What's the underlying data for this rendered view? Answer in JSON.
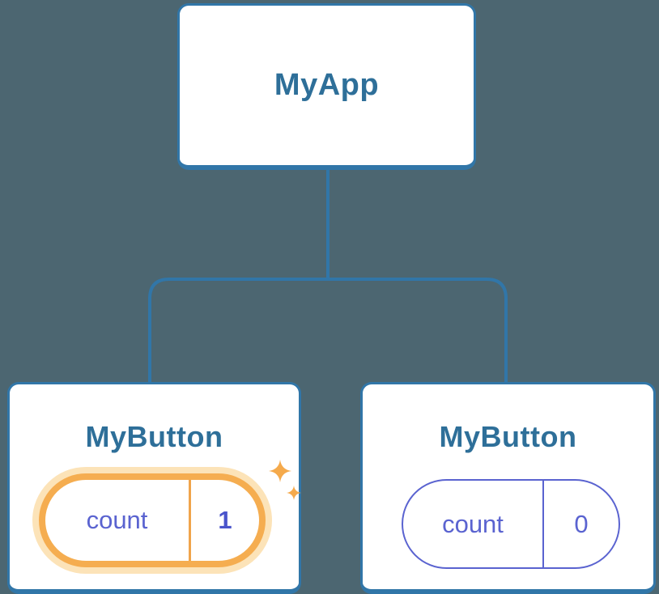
{
  "diagram": {
    "type": "component-tree",
    "root_node": {
      "label": "MyApp"
    },
    "child_nodes": [
      {
        "label": "MyButton",
        "state": {
          "name": "count",
          "value": "1"
        },
        "highlighted": true
      },
      {
        "label": "MyButton",
        "state": {
          "name": "count",
          "value": "0"
        },
        "highlighted": false
      }
    ]
  },
  "colors": {
    "background": "#4C6671",
    "node_border_and_lines": "#3176A8",
    "node_title_text": "#2E6F99",
    "state_indigo": "#5A63D0",
    "state_value_bold": "#4A54CB",
    "highlight_ring": "#F5AD50",
    "highlight_glow": "#FCE3B8",
    "sparkle": "#F5AA4C"
  }
}
